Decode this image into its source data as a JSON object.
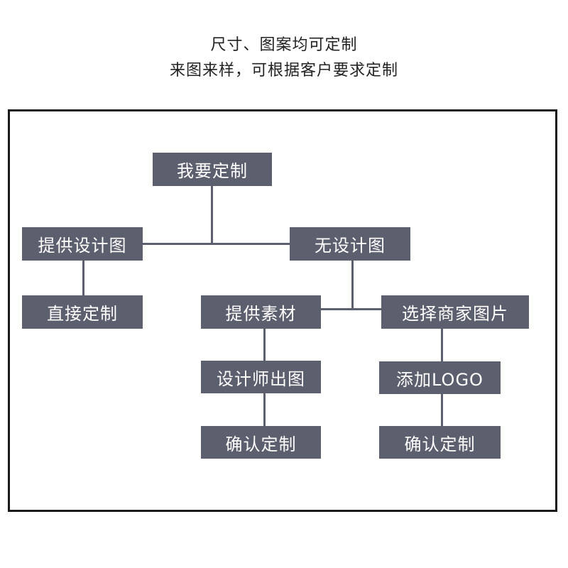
{
  "heading": {
    "line1": "尺寸、图案均可定制",
    "line2": "来图来样，可根据客户要求定制"
  },
  "flowchart": {
    "root": "我要定制",
    "provide_design": "提供设计图",
    "direct_customize": "直接定制",
    "no_design": "无设计图",
    "provide_material": "提供素材",
    "designer_output": "设计师出图",
    "confirm_customize_1": "确认定制",
    "choose_merchant_image": "选择商家图片",
    "add_logo": "添加LOGO",
    "confirm_customize_2": "确认定制"
  },
  "colors": {
    "node_fill": "#5c5f6e",
    "node_text": "#ffffff",
    "frame_border": "#1a1a1a",
    "heading_text": "#222222"
  }
}
